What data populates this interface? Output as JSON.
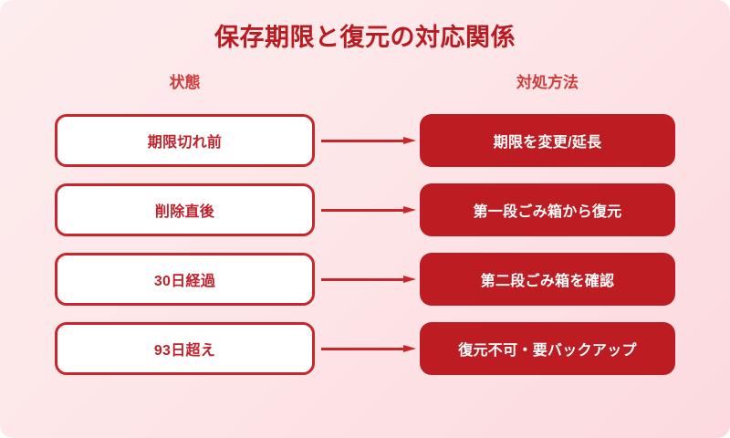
{
  "page": {
    "title": "保存期限と復元の対応関係",
    "background_from": "#fdeced",
    "background_to": "#fcdadf",
    "accent_red": "#bd1c22",
    "border_red": "#c8252c",
    "header_red": "#cf3b3b"
  },
  "columns": {
    "left_header": "状態",
    "right_header": "対処方法"
  },
  "rows": [
    {
      "state": "期限切れ前",
      "action": "期限を変更/延長",
      "connector": "arrow-right-icon"
    },
    {
      "state": "削除直後",
      "action": "第一段ごみ箱から復元",
      "connector": "arrow-right-icon"
    },
    {
      "state": "30日経過",
      "action": "第二段ごみ箱を確認",
      "connector": "arrow-right-icon"
    },
    {
      "state": "93日超え",
      "action": "復元不可・要バックアップ",
      "connector": "arrow-right-icon"
    }
  ]
}
